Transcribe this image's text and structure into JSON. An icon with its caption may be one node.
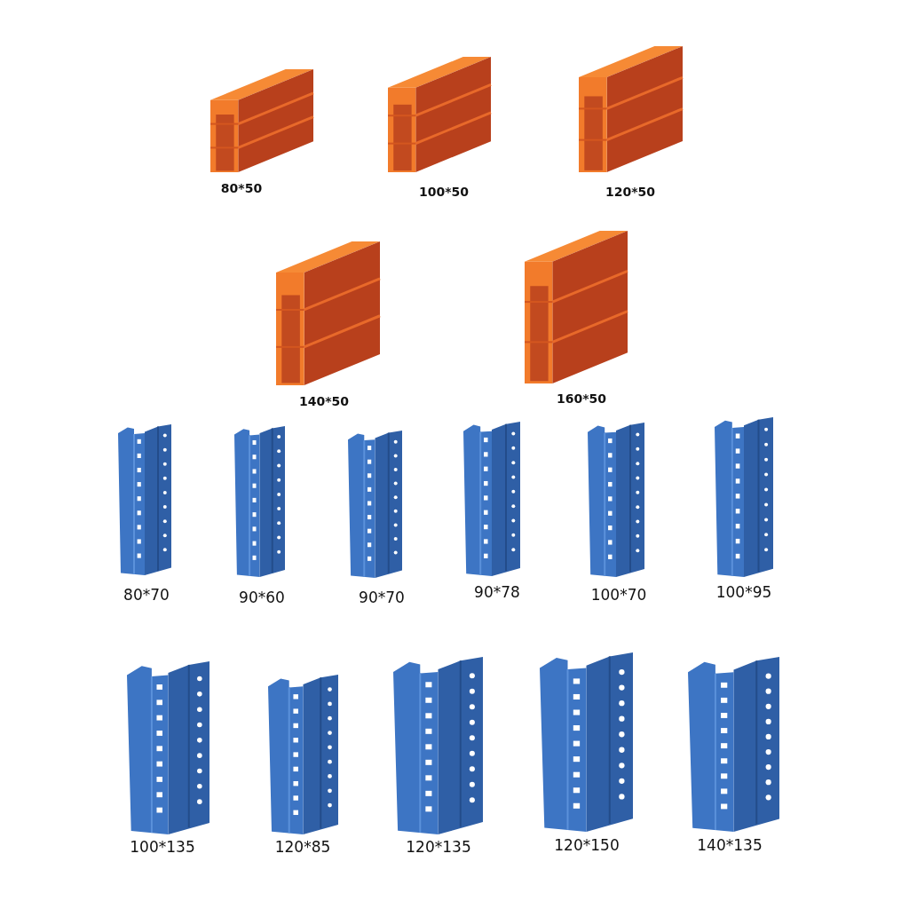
{
  "diagram": {
    "labels": [
      "80*50",
      "100*50",
      "120*50",
      "140*50",
      "160*50",
      "80*70",
      "90*60",
      "90*70",
      "90*78",
      "100*70",
      "100*95",
      "100*135",
      "120*85",
      "120*135",
      "120*150",
      "140*135"
    ]
  }
}
